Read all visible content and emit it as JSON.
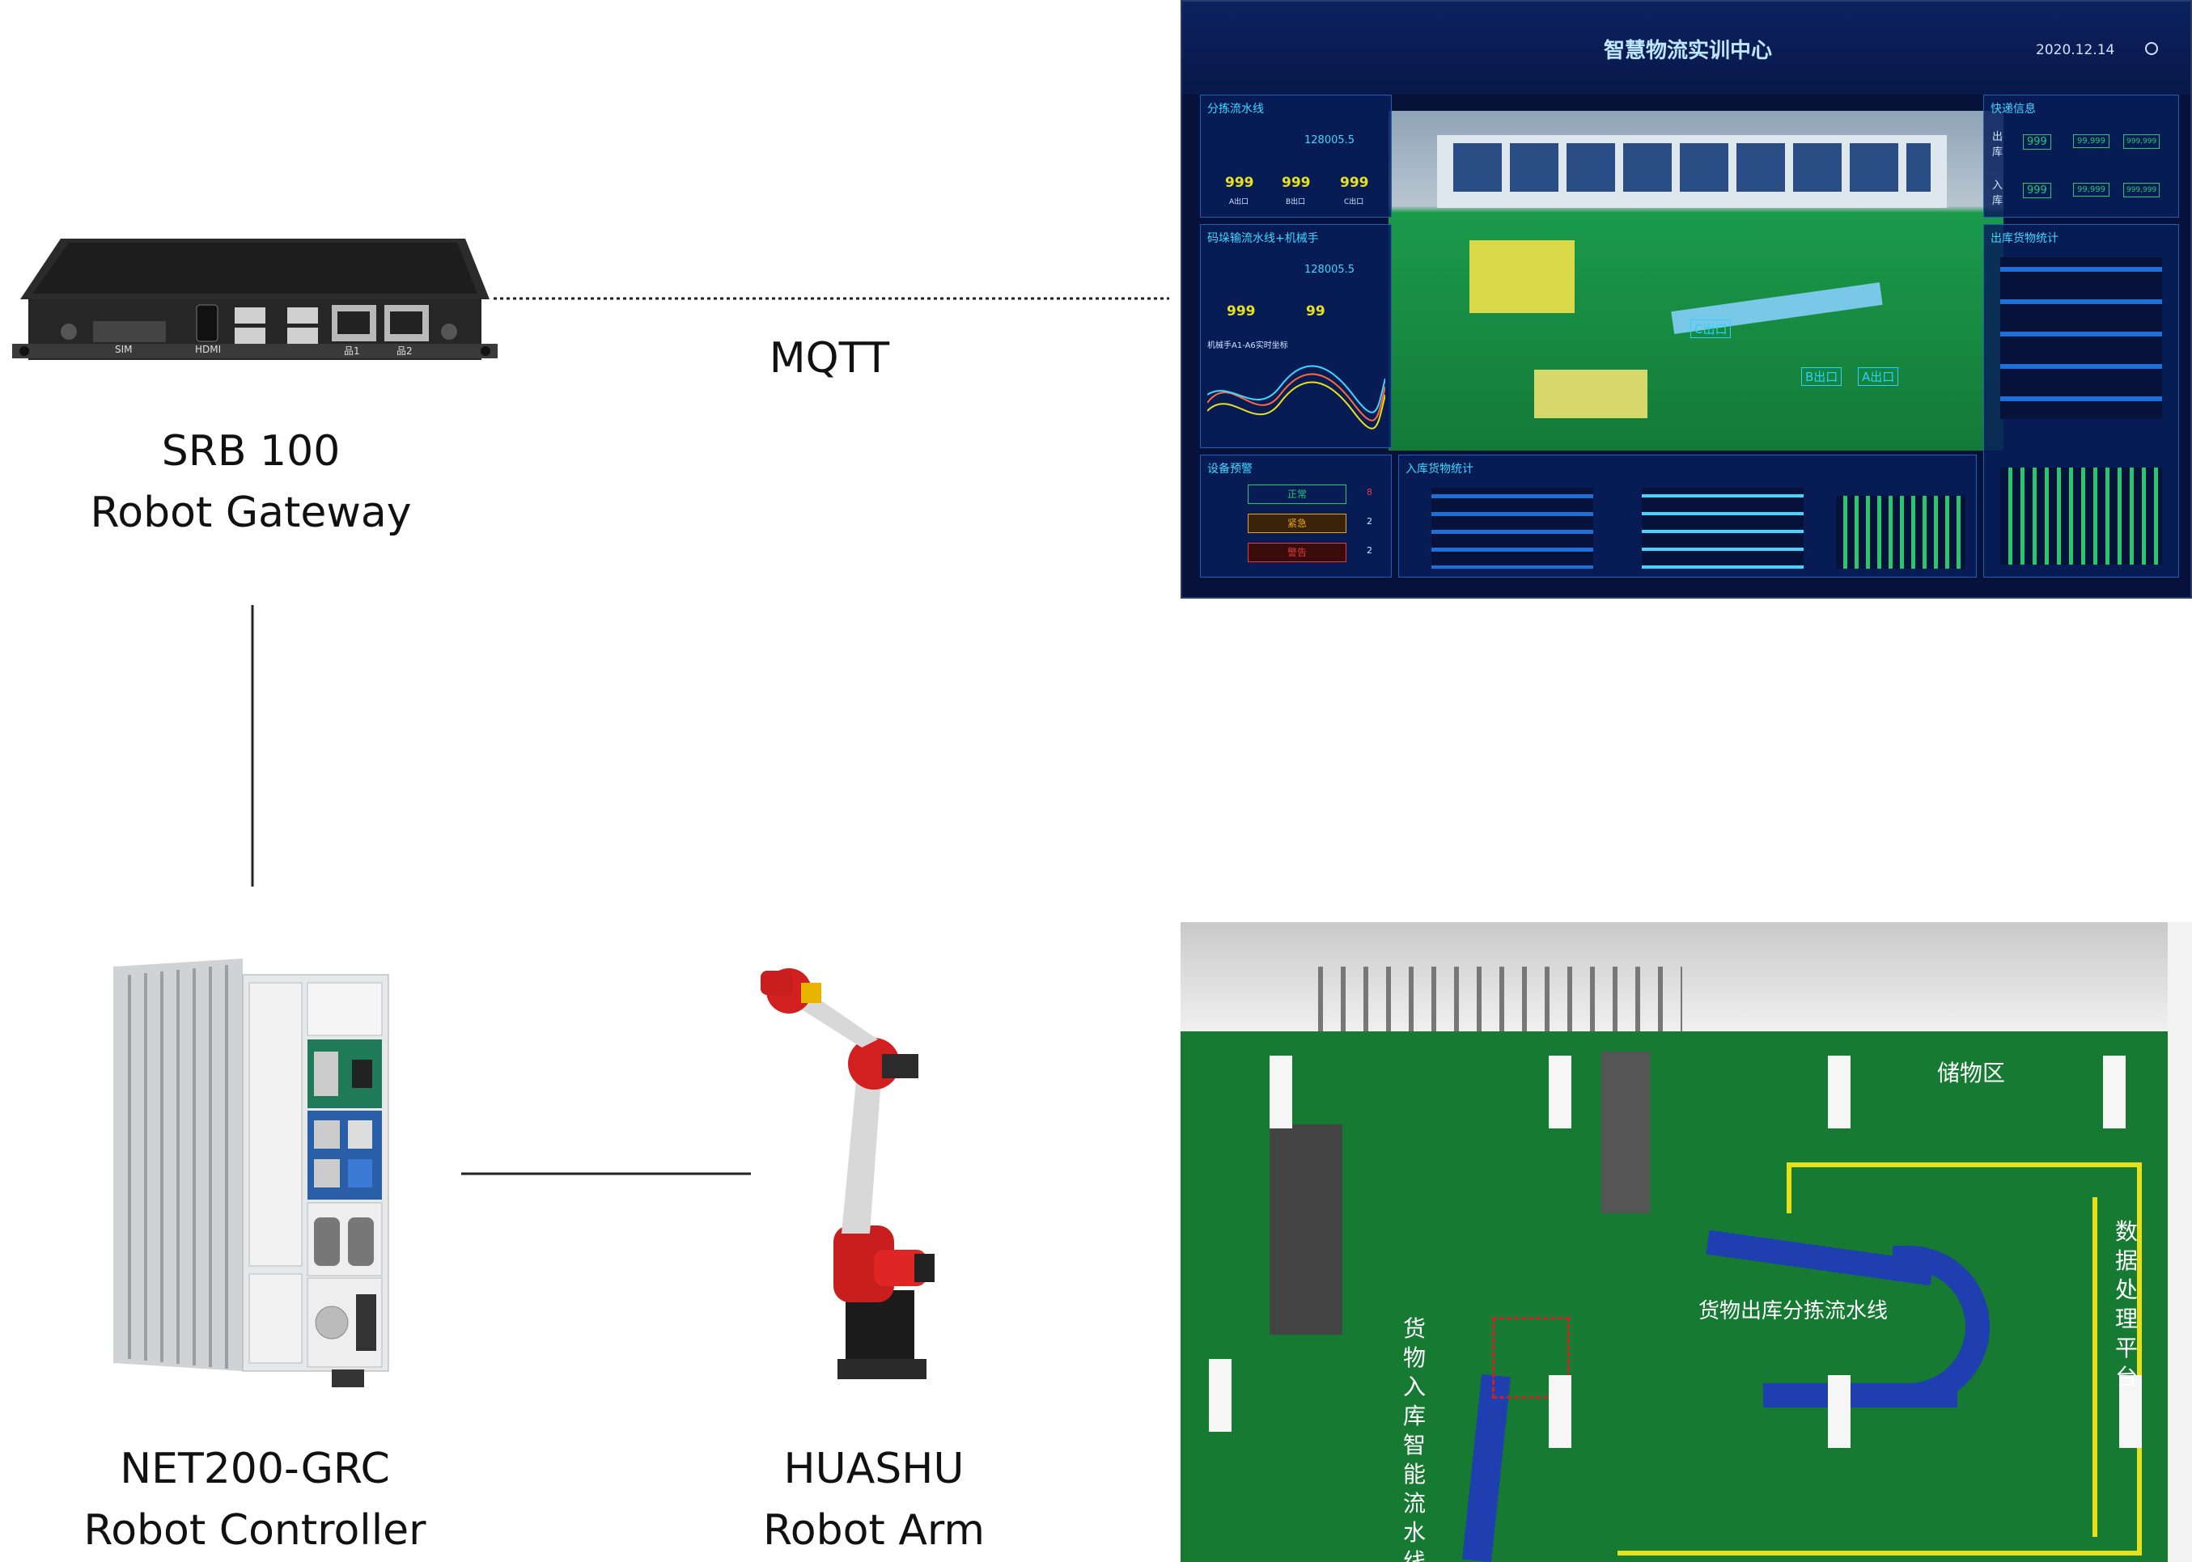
{
  "diagram": {
    "nodes": {
      "gateway": {
        "name": "SRB 100",
        "role": "Robot Gateway",
        "ports": {
          "sim": "SIM",
          "hdmi": "HDMI",
          "lan1": "品1",
          "lan2": "品2"
        }
      },
      "controller": {
        "name": "NET200-GRC",
        "role": "Robot Controller"
      },
      "arm": {
        "name": "HUASHU",
        "role": "Robot Arm"
      }
    },
    "edges": {
      "gateway_dashboard": "MQTT"
    }
  },
  "dashboard": {
    "title": "智慧物流实训中心",
    "date": "2020.12.14",
    "panels": {
      "sorting_line": {
        "title": "分拣流水线",
        "counter": "128005.5",
        "outlets": [
          "999",
          "999",
          "999"
        ],
        "outlet_labels": [
          "A出口",
          "B出口",
          "C出口"
        ]
      },
      "palletizing": {
        "title": "码垛输流水线+机械手",
        "counter": "128005.5",
        "value": "999",
        "value2": "99",
        "chart_label": "机械手A1-A6实时坐标"
      },
      "express": {
        "title": "快递信息",
        "out_label": "出库",
        "in_label": "入库",
        "values": [
          "999",
          "99,999",
          "999,999"
        ]
      },
      "outbound_stats": {
        "title": "出库货物统计"
      },
      "equipment_alarm": {
        "title": "设备预警",
        "status": [
          "正常",
          "紧急",
          "警告"
        ],
        "counts": [
          "8",
          "2",
          "2"
        ]
      },
      "inbound_stats": {
        "title": "入库货物统计"
      }
    },
    "map_labels": [
      "C出口",
      "B出口",
      "A出口"
    ]
  },
  "floorplan": {
    "labels": {
      "storage": "储物区",
      "outbound_line": "货物出库分拣流水线",
      "inbound_line": "货物入库智能流水线",
      "data_platform": "数据处理平台"
    }
  },
  "colors": {
    "dash_bg": "#0a1a4a",
    "dash_frame": "#0d2a6e",
    "accent_cyan": "#3fd7ff",
    "accent_green": "#28c76f",
    "floor_green": "#1a8a3a",
    "conveyor_blue": "#1f3fb0",
    "robot_red": "#d21f1f",
    "line_yellow": "#e8e11a"
  }
}
